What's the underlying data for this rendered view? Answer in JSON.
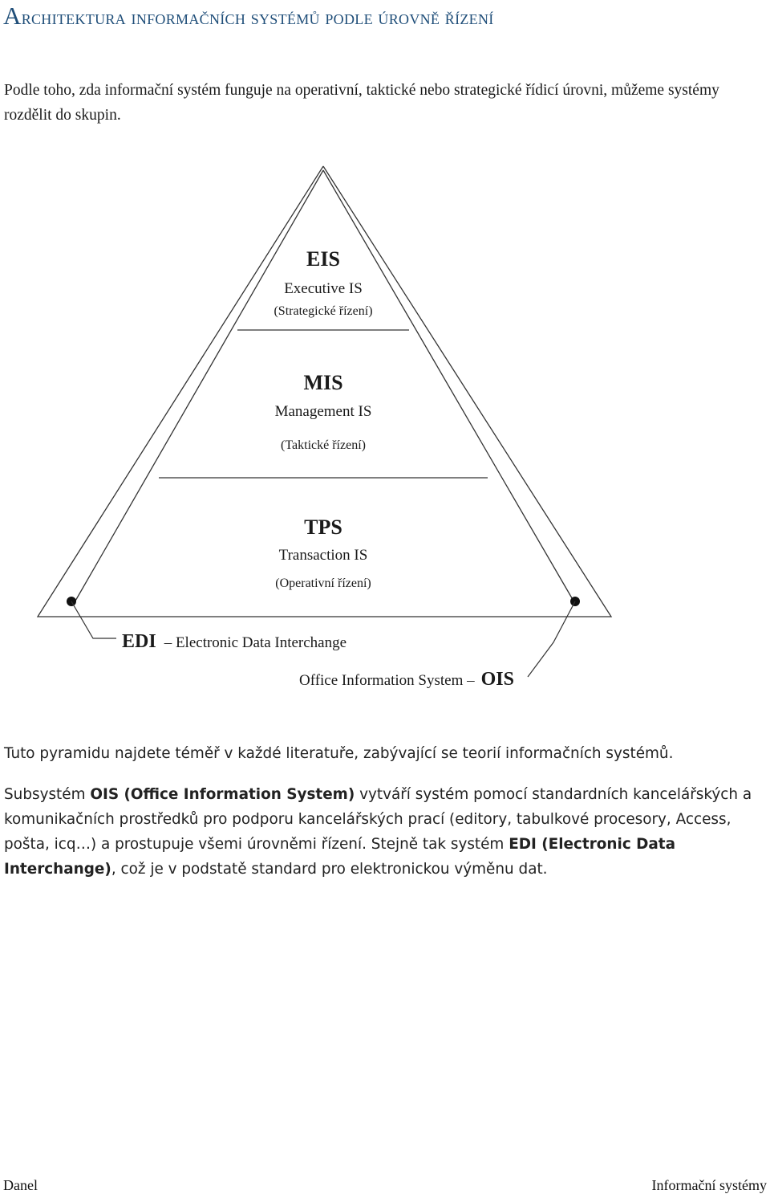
{
  "title": {
    "first_letter": "A",
    "rest": "rchitektura informačních systémů podle úrovně řízení"
  },
  "intro": "Podle toho, zda informační systém funguje na operativní, taktické nebo strategické řídicí úrovni, můžeme systémy rozdělit do skupin.",
  "diagram": {
    "levels": [
      {
        "abbr": "EIS",
        "name": "Executive IS",
        "level": "(Strategické řízení)"
      },
      {
        "abbr": "MIS",
        "name": "Management IS",
        "level": "(Taktické řízení)"
      },
      {
        "abbr": "TPS",
        "name": "Transaction IS",
        "level": "(Operativní řízení)"
      }
    ],
    "edi": {
      "abbr": "EDI",
      "text": "– Electronic Data Interchange"
    },
    "ois": {
      "text": "Office Information System –",
      "abbr": "OIS"
    }
  },
  "paragraph_pyramid": "Tuto pyramidu najdete téměř v každé literatuře, zabývající se teorií informačních systémů.",
  "paragraph_subsystem": {
    "t1": "Subsystém ",
    "b1": "OIS (Office Information System)",
    "t2": " vytváří systém pomocí standardních kancelářských a komunikačních prostředků pro podporu kancelářských prací (editory, tabulkové procesory, Access, pošta, icq…) a prostupuje všemi úrovněmi řízení. Stejně tak systém ",
    "b2": "EDI (Electronic Data Interchange)",
    "t3": ", což je v podstatě standard pro elektronickou výměnu dat."
  },
  "footer": {
    "left": "Danel",
    "right": "Informační systémy"
  }
}
